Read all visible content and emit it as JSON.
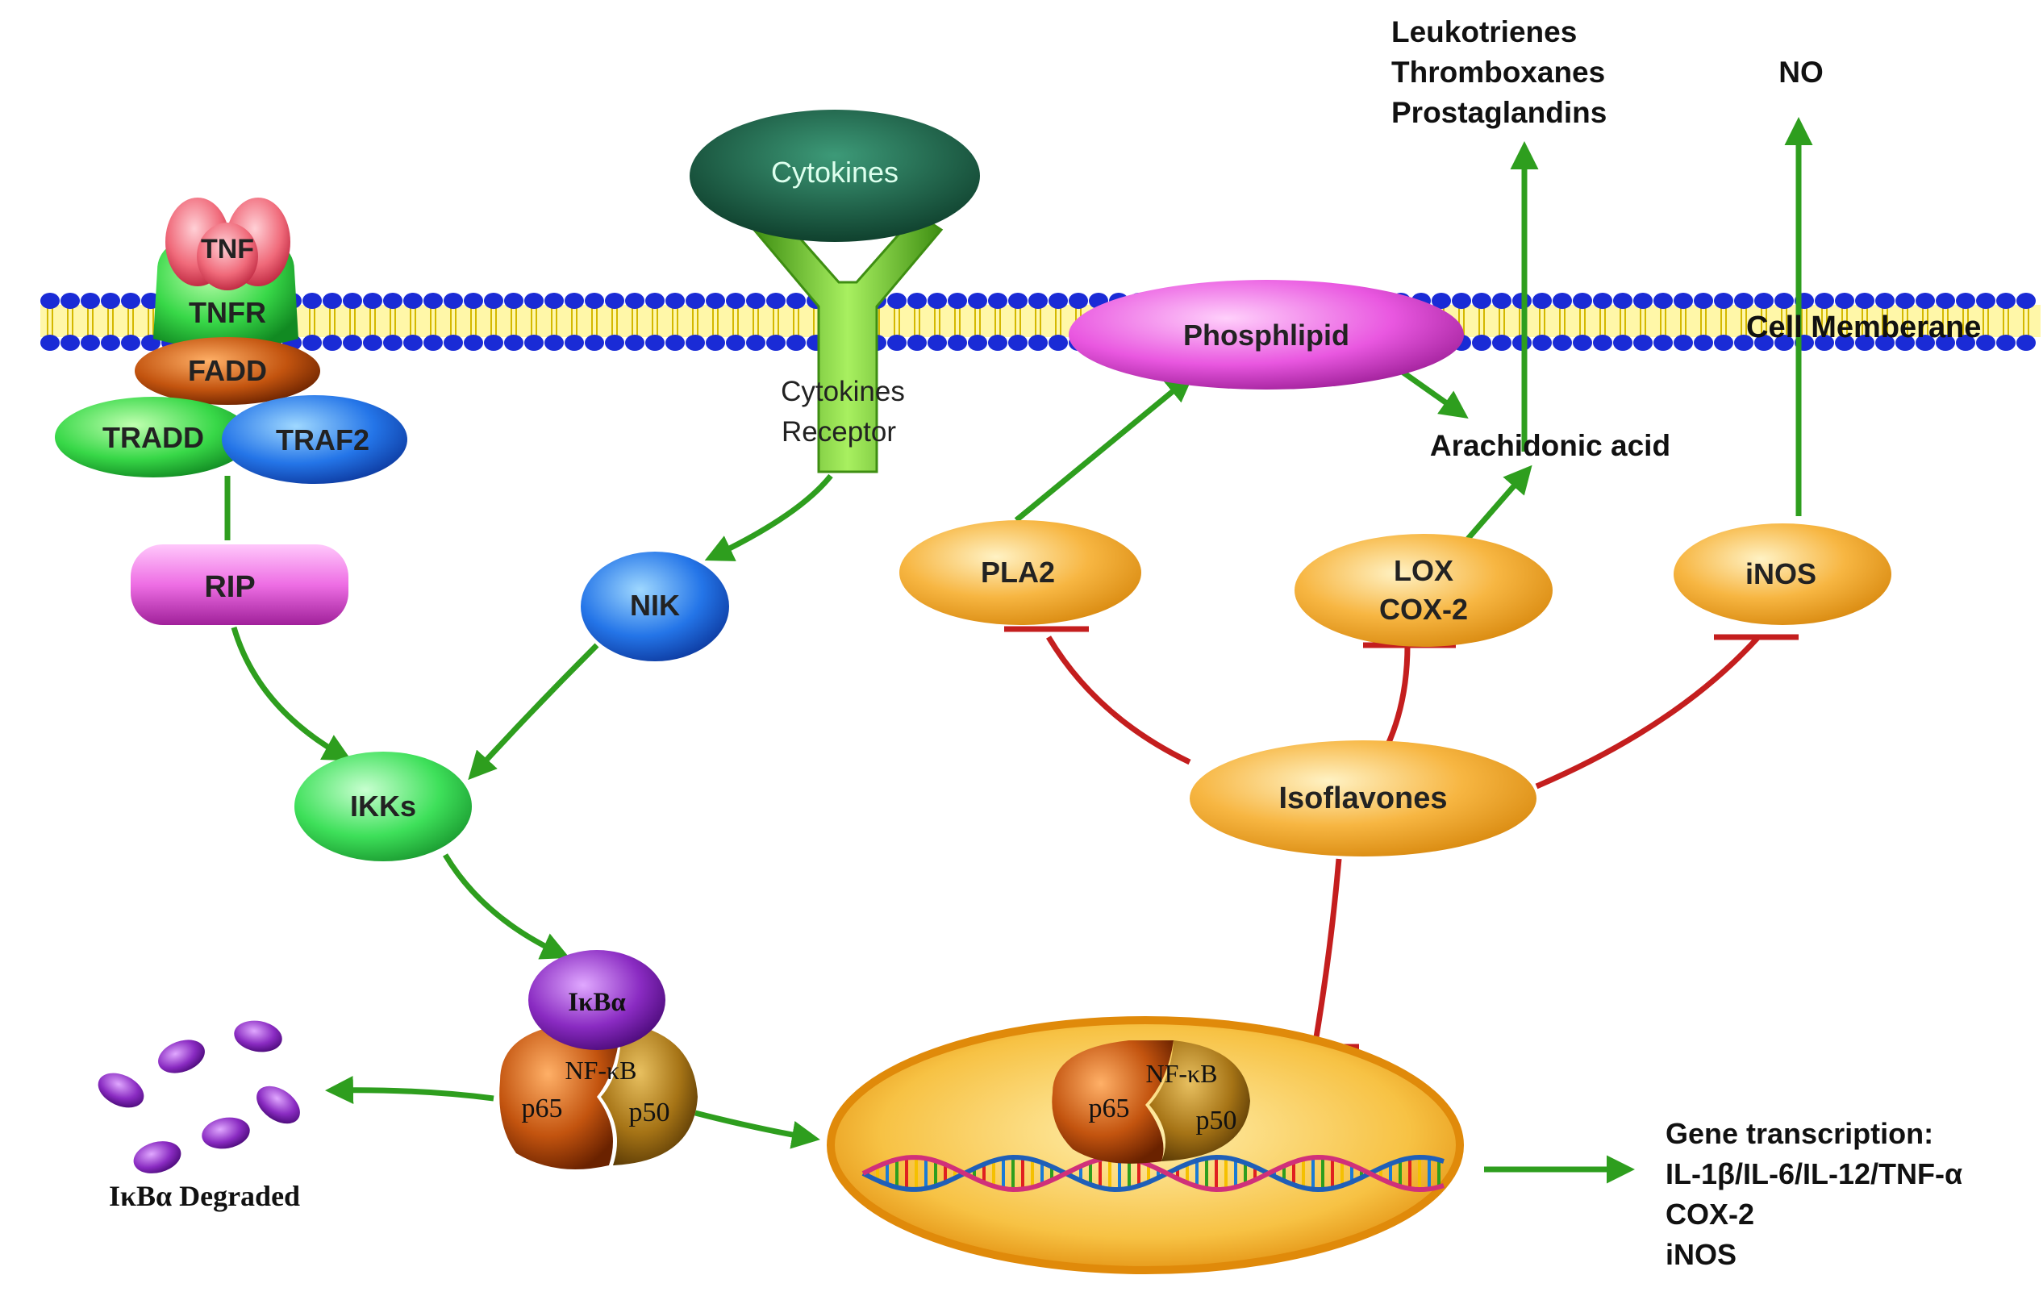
{
  "colors": {
    "activation": "#2e9e1e",
    "inhibition": "#c41e1e",
    "enzyme": "#f5a623",
    "membrane_head": "#1a2bd6",
    "membrane_tail": "#e8d400",
    "receptor": "#6cc52a",
    "cytokines": "#1b5e45",
    "phospholipid": "#e957e0",
    "nik": "#2475e8",
    "ikks": "#3ee05a",
    "ikba": "#8a2bc2",
    "nfkb_p65": "#b5460a",
    "nfkb_p50": "#9a6a12"
  },
  "labels": {
    "tnf": "TNF",
    "tnfr": "TNFR",
    "fadd": "FADD",
    "tradd": "TRADD",
    "traf2": "TRAF2",
    "rip": "RIP",
    "cytokines": "Cytokines",
    "cytokines_receptor": [
      "Cytokines",
      "Receptor"
    ],
    "cell_membrane": "Cell Memberane",
    "phospholipid": "Phosphlipid",
    "arachidonic_acid": "Arachidonic acid",
    "products": [
      "Leukotrienes",
      "Thromboxanes",
      "Prostaglandins"
    ],
    "no": "NO",
    "pla2": "PLA2",
    "lox": "LOX",
    "cox2": "COX-2",
    "inos": "iNOS",
    "nik": "NIK",
    "ikks": "IKKs",
    "isoflavones": "Isoflavones",
    "ikba": "IκBα",
    "nfkb": "NF-κB",
    "p65": "p65",
    "p50": "p50",
    "ikba_degraded": "IκBα Degraded",
    "gene_transcription": [
      "Gene transcription:",
      "IL-1β/IL-6/IL-12/TNF-α",
      "COX-2",
      "iNOS"
    ]
  }
}
